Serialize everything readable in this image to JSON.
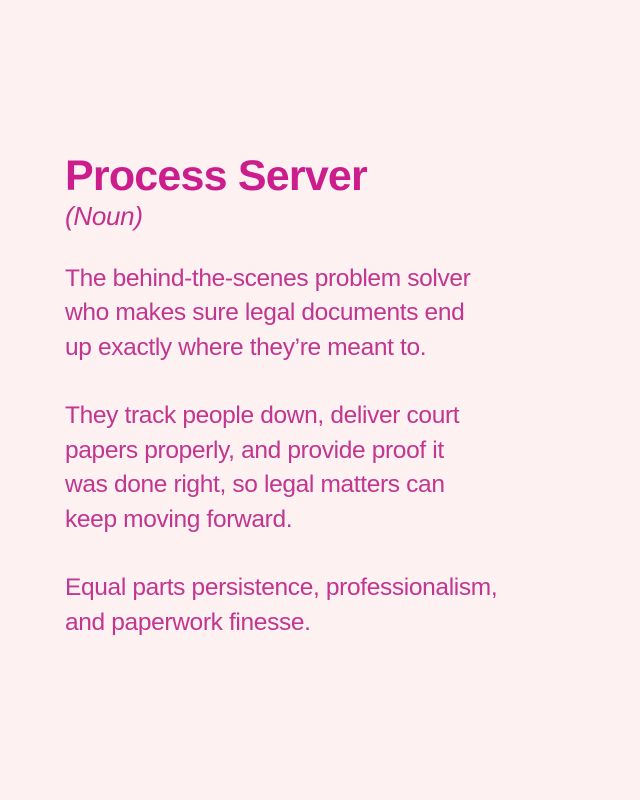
{
  "card": {
    "background_color": "#FDF1F1",
    "title": "Process Server",
    "title_color": "#CB1E8C",
    "part_of_speech": "(Noun)",
    "part_of_speech_color": "#C4318D",
    "body_color": "#C2368F",
    "paragraphs": [
      "The behind-the-scenes problem solver\nwho makes sure legal documents end\nup exactly where they’re meant to.",
      "They track people down, deliver court\npapers properly, and provide proof it\nwas done right, so legal matters can\nkeep moving forward.",
      "Equal parts persistence, professionalism,\nand paperwork finesse."
    ]
  }
}
